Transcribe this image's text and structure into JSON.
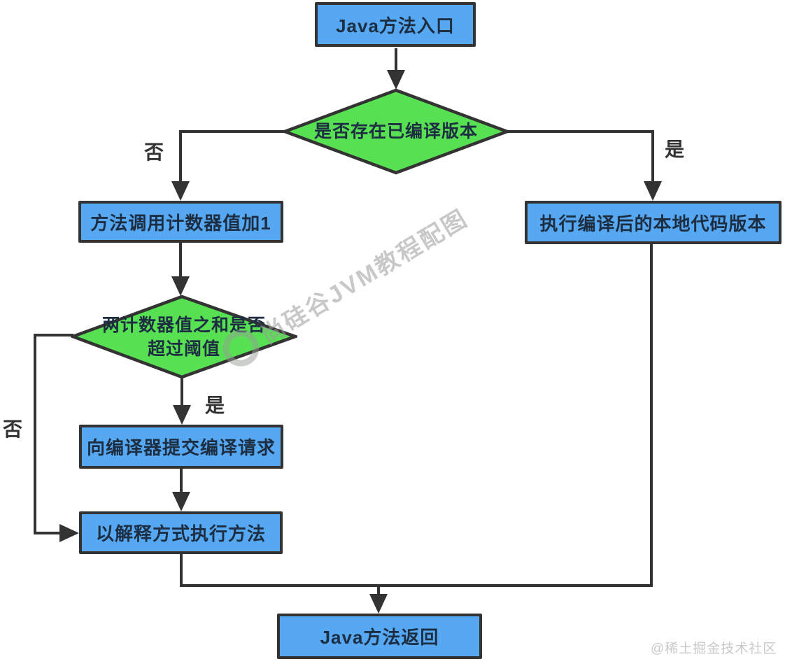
{
  "nodes": {
    "entry": {
      "label": "Java方法入口"
    },
    "check_compiled": {
      "label": "是否存在已编译版本"
    },
    "exec_native": {
      "label": "执行编译后的本地代码版本"
    },
    "counter_inc": {
      "label": "方法调用计数器值加1"
    },
    "check_threshold": {
      "label": "两计数器值之和是否超过阈值",
      "line1": "两计数器值之和是否",
      "line2": "超过阈值"
    },
    "submit_compile": {
      "label": "向编译器提交编译请求"
    },
    "interpret": {
      "label": "以解释方式执行方法"
    },
    "return": {
      "label": "Java方法返回"
    }
  },
  "edge_labels": {
    "check_compiled_no": "否",
    "check_compiled_yes": "是",
    "check_threshold_yes": "是",
    "check_threshold_no": "否"
  },
  "watermark": {
    "text": "尚硅谷JVM教程配图",
    "logo": "circle-swirl-logo"
  },
  "credit": {
    "text": "@稀土掘金技术社区"
  },
  "colors": {
    "process_fill": "#55a8f1",
    "decision_fill": "#57e152",
    "stroke": "#333333",
    "node_text": "#1d2e42",
    "label_text": "#333333",
    "watermark": "#c0c0c0",
    "credit": "#c9c9c9"
  }
}
